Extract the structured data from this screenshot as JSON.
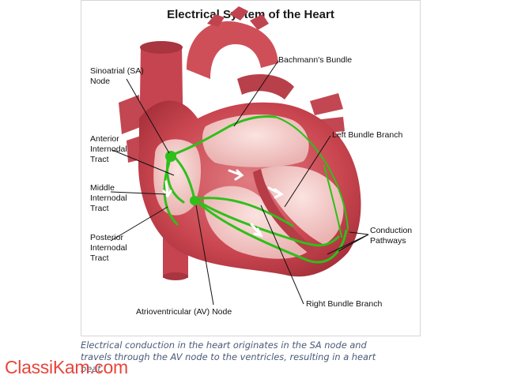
{
  "title": "Electrical System of the Heart",
  "labels": {
    "sa_node": [
      "Sinoatrial (SA)",
      "Node"
    ],
    "anterior": [
      "Anterior",
      "Internodal",
      "Tract"
    ],
    "middle": [
      "Middle",
      "Internodal",
      "Tract"
    ],
    "posterior": [
      "Posterior",
      "Internodal",
      "Tract"
    ],
    "av_node": "Atrioventricular (AV) Node",
    "bachmann": "Bachmann's Bundle",
    "left_bundle": "Left Bundle Branch",
    "conduction": [
      "Conduction",
      "Pathways"
    ],
    "right_bundle": "Right Bundle Branch"
  },
  "caption": [
    "Electrical conduction in the heart originates in the SA node and",
    "travels through the AV node to the ventricles, resulting in a heart",
    "beat."
  ],
  "watermark": "ClassiKam.com",
  "colors": {
    "heart": "#c9454f",
    "heart_light": "#e8a3a6",
    "chamber": "#f2c6c3",
    "conduction": "#2fbf1a",
    "caption": "#4a5a78",
    "watermark": "#e8443a"
  }
}
